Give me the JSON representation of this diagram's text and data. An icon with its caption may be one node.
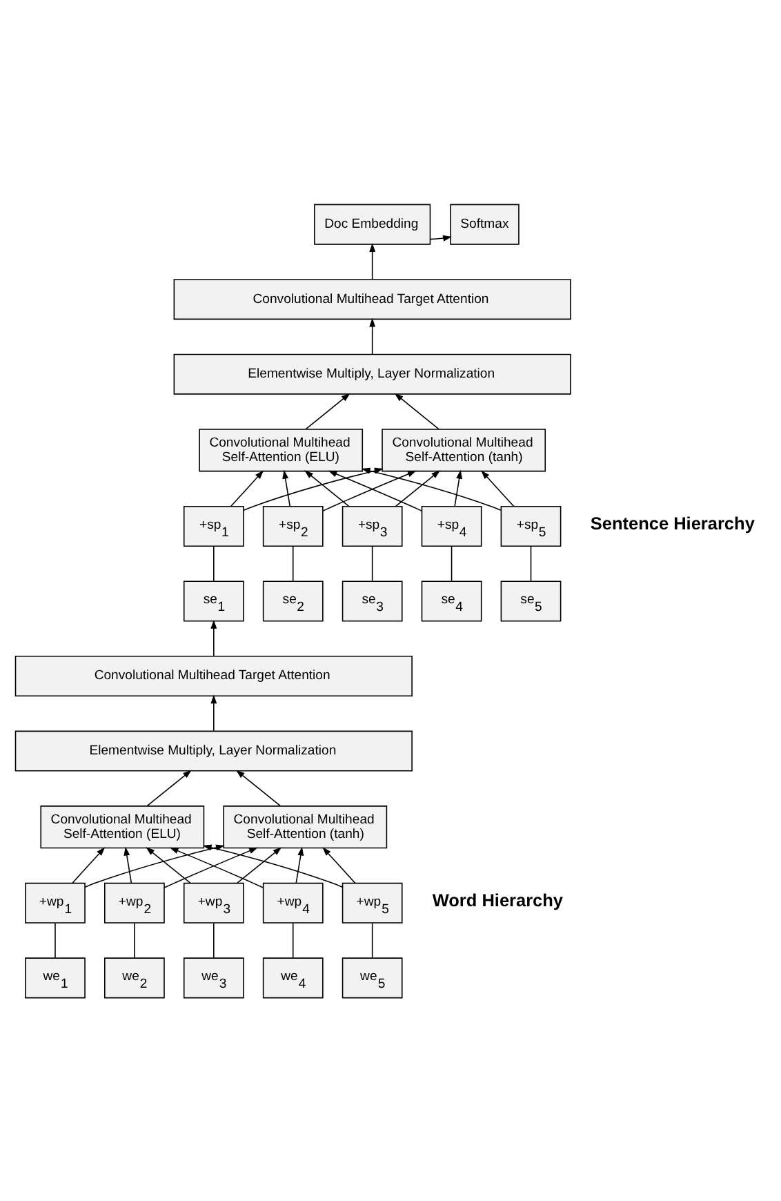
{
  "diagram": {
    "nodes": [
      {
        "text": [
          "Doc Embedding"
        ]
      },
      {
        "text": [
          "Softmax"
        ]
      },
      {
        "text": [
          "Convolutional Multihead Target Attention"
        ]
      },
      {
        "text": [
          "Elementwise Multiply, Layer Normalization"
        ]
      },
      {
        "text": [
          "Convolutional Multihead Self-Attention (ELU)"
        ]
      },
      {
        "text": [
          "Convolutional Multihead Self-Attention (tanh)"
        ]
      },
      {
        "text": [
          "+sp$_{1}$"
        ]
      },
      {
        "text": [
          "+sp$_{2}$"
        ]
      },
      {
        "text": [
          "+sp$_{3}$"
        ]
      },
      {
        "text": [
          "+sp$_{4}$"
        ]
      },
      {
        "text": [
          "+sp$_{5}$"
        ]
      },
      {
        "text": [
          "se$_{1}$"
        ]
      },
      {
        "text": [
          "se$_{2}$"
        ]
      },
      {
        "text": [
          "se$_{3}$"
        ]
      },
      {
        "text": [
          "se$_{4}$"
        ]
      },
      {
        "text": [
          "se$_{5}$"
        ]
      },
      {
        "text": [
          "Convolutional Multihead Target Attention"
        ]
      },
      {
        "text": [
          "Elementwise Multiply, Layer Normalization"
        ]
      },
      {
        "text": [
          "Convolutional Multihead Self-Attention (ELU)"
        ]
      },
      {
        "text": [
          "Convolutional Multihead Self-Attention (tanh)"
        ]
      },
      {
        "text": [
          "+wp$_{1}$"
        ]
      },
      {
        "text": [
          "+wp$_{2}$"
        ]
      },
      {
        "text": [
          "+wp$_{3}$"
        ]
      },
      {
        "text": [
          "+wp$_{4}$"
        ]
      },
      {
        "text": [
          "+wp$_{5}$"
        ]
      },
      {
        "text": [
          "we$_{1}$"
        ]
      },
      {
        "text": [
          "we$_{2}$"
        ]
      },
      {
        "text": [
          "we$_{3}$"
        ]
      },
      {
        "text": [
          "we$_{4}$"
        ]
      },
      {
        "text": [
          "we$_{5}$"
        ]
      }
    ],
    "edges": [
      {
        "from": 0,
        "to": 1,
        "arrow": "to"
      },
      {
        "from": 2,
        "to": 0,
        "arrow": "to"
      },
      {
        "from": 3,
        "to": 2,
        "arrow": "to"
      },
      {
        "from": 4,
        "to": 3,
        "arrow": "to"
      },
      {
        "from": 5,
        "to": 3,
        "arrow": "to"
      },
      {
        "from": 6,
        "to": 4,
        "arrow": "to"
      },
      {
        "from": 7,
        "to": 4,
        "arrow": "to"
      },
      {
        "from": 8,
        "to": 4,
        "arrow": "to"
      },
      {
        "from": 9,
        "to": 4,
        "arrow": "to"
      },
      {
        "from": 10,
        "to": 4,
        "arrow": "to"
      },
      {
        "from": 6,
        "to": 5,
        "arrow": "to"
      },
      {
        "from": 7,
        "to": 5,
        "arrow": "to"
      },
      {
        "from": 8,
        "to": 5,
        "arrow": "to"
      },
      {
        "from": 9,
        "to": 5,
        "arrow": "to"
      },
      {
        "from": 10,
        "to": 5,
        "arrow": "to"
      },
      {
        "from": 11,
        "to": 6,
        "arrow": "none"
      },
      {
        "from": 12,
        "to": 7,
        "arrow": "none"
      },
      {
        "from": 13,
        "to": 8,
        "arrow": "none"
      },
      {
        "from": 14,
        "to": 9,
        "arrow": "none"
      },
      {
        "from": 15,
        "to": 10,
        "arrow": "none"
      },
      {
        "from": 16,
        "to": 11,
        "arrow": "to"
      },
      {
        "from": 17,
        "to": 16,
        "arrow": "to"
      },
      {
        "from": 18,
        "to": 17,
        "arrow": "to"
      },
      {
        "from": 19,
        "to": 17,
        "arrow": "to"
      },
      {
        "from": 20,
        "to": 18,
        "arrow": "to"
      },
      {
        "from": 21,
        "to": 18,
        "arrow": "to"
      },
      {
        "from": 22,
        "to": 18,
        "arrow": "to"
      },
      {
        "from": 23,
        "to": 18,
        "arrow": "to"
      },
      {
        "from": 24,
        "to": 18,
        "arrow": "to"
      },
      {
        "from": 20,
        "to": 19,
        "arrow": "to"
      },
      {
        "from": 21,
        "to": 19,
        "arrow": "to"
      },
      {
        "from": 22,
        "to": 19,
        "arrow": "to"
      },
      {
        "from": 23,
        "to": 19,
        "arrow": "to"
      },
      {
        "from": 24,
        "to": 19,
        "arrow": "to"
      },
      {
        "from": 25,
        "to": 20,
        "arrow": "none"
      },
      {
        "from": 26,
        "to": 21,
        "arrow": "none"
      },
      {
        "from": 27,
        "to": 22,
        "arrow": "none"
      },
      {
        "from": 28,
        "to": 23,
        "arrow": "none"
      },
      {
        "from": 29,
        "to": 24,
        "arrow": "none"
      }
    ],
    "labels": [
      "Sentence Hierarchy",
      "Word Hierarchy"
    ]
  }
}
